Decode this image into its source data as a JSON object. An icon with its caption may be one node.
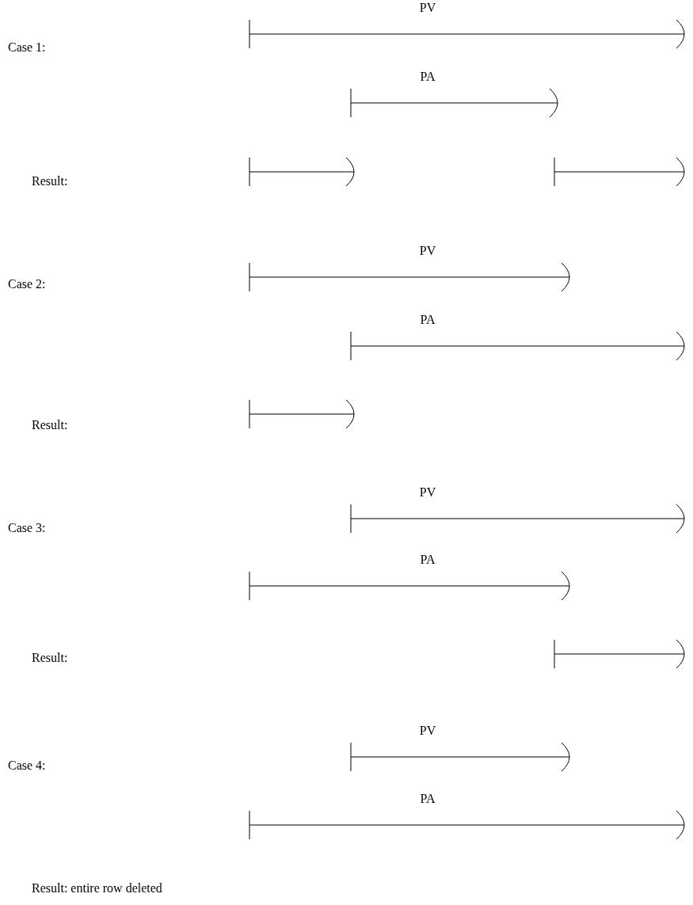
{
  "diagram": {
    "nodes": [
      {
        "text": [
          "PV"
        ]
      },
      {
        "text": [
          "PA"
        ]
      },
      {
        "text": [],
        "shape": "bar"
      },
      {
        "text": [],
        "shape": "bar"
      },
      {
        "text": [
          "PV"
        ]
      },
      {
        "text": [
          "PA"
        ]
      },
      {
        "text": [],
        "shape": "bar"
      },
      {
        "text": [
          "PV"
        ]
      },
      {
        "text": [
          "PA"
        ]
      },
      {
        "text": [],
        "shape": "bar"
      },
      {
        "text": [
          "PV"
        ]
      },
      {
        "text": [
          "PA"
        ]
      }
    ],
    "labels": [
      "Case 1:",
      "Result:",
      "Case 2:",
      "Result:",
      "Case 3:",
      "Result:",
      "Case 4:",
      "Result: entire row deleted"
    ]
  }
}
